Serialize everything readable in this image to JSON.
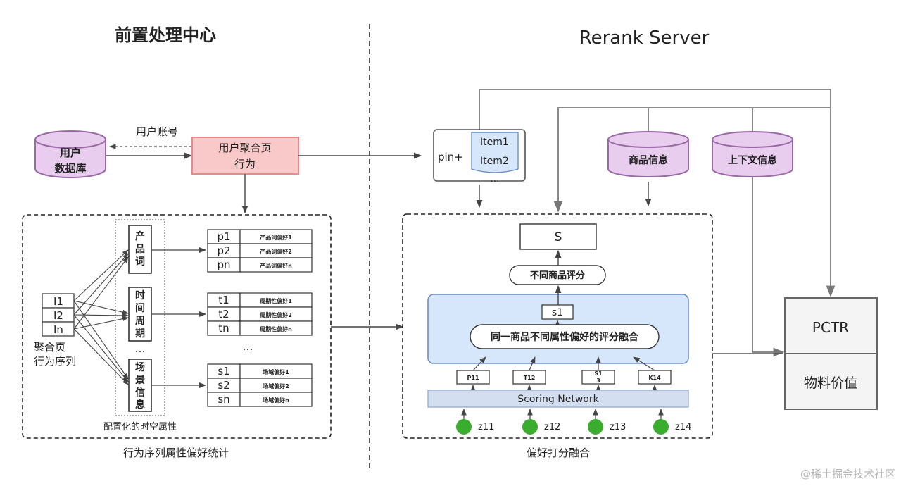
{
  "left_title": "前置处理中心",
  "right_title": "Rerank Server",
  "user_account": "用户账号",
  "user_db": [
    "用户",
    "数据库"
  ],
  "user_agg": [
    "用户聚合页",
    "行为"
  ],
  "seq_items": [
    "I1",
    "I2",
    "In"
  ],
  "seq_caption": [
    "聚合页",
    "行为序列"
  ],
  "attr_product": [
    "产",
    "品",
    "词"
  ],
  "attr_time": [
    "时",
    "间",
    "周",
    "期"
  ],
  "attr_scene": [
    "场",
    "景",
    "信",
    "息"
  ],
  "attr_ellipsis": "…",
  "attr_caption": "配置化的时空属性",
  "table_ellipsis": "…",
  "table_product": [
    {
      "k": "p1",
      "v": "产品词偏好1"
    },
    {
      "k": "p2",
      "v": "产品词偏好2"
    },
    {
      "k": "pn",
      "v": "产品词偏好n"
    }
  ],
  "table_time": [
    {
      "k": "t1",
      "v": "周期性偏好1"
    },
    {
      "k": "t2",
      "v": "周期性偏好2"
    },
    {
      "k": "tn",
      "v": "周期性偏好n"
    }
  ],
  "table_scene": [
    {
      "k": "s1",
      "v": "场域偏好1"
    },
    {
      "k": "s2",
      "v": "场域偏好2"
    },
    {
      "k": "sn",
      "v": "场域偏好n"
    }
  ],
  "left_caption": "行为序列属性偏好统计",
  "pin": "pin+",
  "pin_items": [
    "Item1",
    "Item2"
  ],
  "pin_more": "…",
  "goods_info": "商品信息",
  "context_info": "上下文信息",
  "S": "S",
  "diff_score": "不同商品评分",
  "s1": "s1",
  "fusion": "同一商品不同属性偏好的评分融合",
  "p_boxes": [
    "P11",
    "T12",
    "S1\n3",
    "K14"
  ],
  "p_box_lines": [
    [
      "P11"
    ],
    [
      "T12"
    ],
    [
      "S1",
      "3"
    ],
    [
      "K14"
    ]
  ],
  "scoring": "Scoring Network",
  "z_labels": [
    "z11",
    "z12",
    "z13",
    "z14"
  ],
  "right_caption": "偏好打分融合",
  "pctr": "PCTR",
  "material": "物料价值",
  "watermark": "@稀土掘金技术社区",
  "colors": {
    "pink_fill": "#f9c8c8",
    "pink_stroke": "#e88a8a",
    "db_fill": "#e8cdee",
    "db_stroke": "#9a6aa6",
    "blue_fill": "#d6e6fb",
    "blue_stroke": "#6f8fc7",
    "scoring_fill": "#d3def0",
    "green": "#3aad2e",
    "gray_line": "#8a8a8a",
    "dark": "#333333",
    "pctr_fill": "#f3f4f3"
  }
}
